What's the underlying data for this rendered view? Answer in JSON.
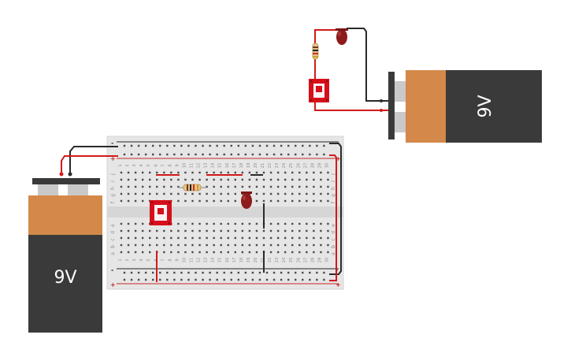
{
  "batteries": [
    {
      "id": "battery-left",
      "label": "9V"
    },
    {
      "id": "battery-right",
      "label": "9V"
    }
  ],
  "breadboard": {
    "columns": [
      "1",
      "2",
      "3",
      "4",
      "5",
      "6",
      "7",
      "8",
      "9",
      "10",
      "11",
      "12",
      "13",
      "14",
      "15",
      "16",
      "17",
      "18",
      "19",
      "20",
      "21",
      "22",
      "23",
      "24",
      "25",
      "26",
      "27",
      "28",
      "29",
      "30"
    ],
    "rows_top": [
      "j",
      "i",
      "h",
      "g",
      "f"
    ],
    "rows_bottom": [
      "e",
      "d",
      "c",
      "b",
      "a"
    ],
    "rail_plus": "+",
    "rail_minus": "-"
  },
  "colors": {
    "wire_red": "#d11a1a",
    "wire_black": "#2a2a2a",
    "battery_body": "#3a3a3a",
    "battery_cap": "#d4894a",
    "switch_red": "#d60f1a",
    "led_red": "#8e1b1b",
    "breadboard": "#e6e6e6"
  }
}
